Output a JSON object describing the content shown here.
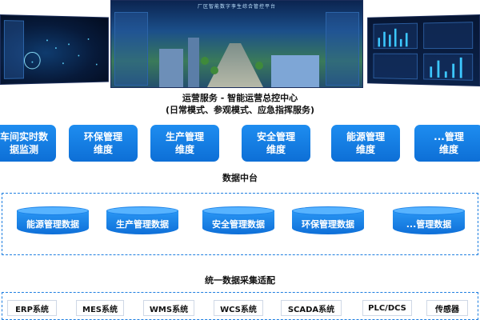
{
  "screens": {
    "center_title": "厂区智能数字孪生综合管控平台"
  },
  "heading": {
    "line1": "运营服务 - 智能运营总控中心",
    "line2": "(日常模式、参观模式、应急指挥服务)"
  },
  "dimensions": [
    {
      "label": "车间实时数\n据监测"
    },
    {
      "label": "环保管理\n维度"
    },
    {
      "label": "生产管理\n维度"
    },
    {
      "label": "安全管理\n维度"
    },
    {
      "label": "能源管理\n维度"
    },
    {
      "label": "...管理\n维度"
    }
  ],
  "data_center": {
    "title": "数据中台",
    "items": [
      "能源管理数据",
      "生产管理数据",
      "安全管理数据",
      "环保管理数据",
      "...管理数据"
    ]
  },
  "collection": {
    "title": "统一数据采集适配",
    "systems": [
      "ERP系统",
      "MES系统",
      "WMS系统",
      "WCS系统",
      "SCADA系统",
      "PLC/DCS",
      "传感器"
    ]
  },
  "colors": {
    "box_blue": "#1479e4",
    "dashed_border": "#1f7fe0",
    "cylinder_top": "#57b3ff"
  }
}
